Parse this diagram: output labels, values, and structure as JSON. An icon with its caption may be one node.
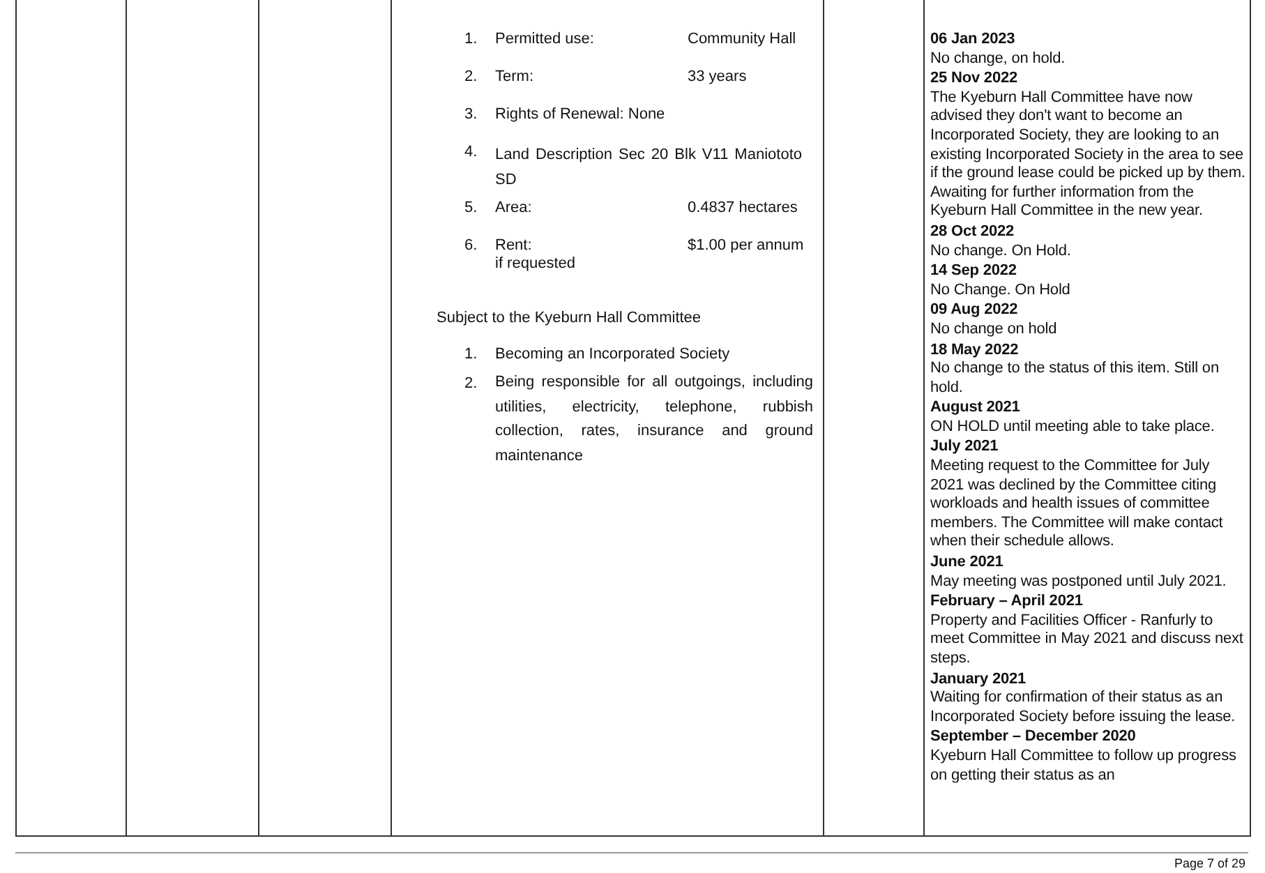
{
  "diagram": {
    "labels": [
      "1.",
      "Permitted use:",
      "Community Hall",
      "2.",
      "Term:",
      "33 years",
      "3.",
      "Rights of Renewal: None",
      "4.",
      "Land Description Sec 20 Blk V11 Maniototo SD",
      "5.",
      "Area:",
      "0.4837 hectares",
      "6.",
      "Rent:",
      "$1.00 per annum",
      "if requested",
      "Subject to the Kyeburn Hall Committee",
      "1.",
      "Becoming an Incorporated Society",
      "2.",
      "Being responsible for all outgoings, including utilities, electricity, telephone, rubbish collection, rates, insurance and ground maintenance",
      "06 Jan 2023",
      "No change, on hold.",
      "25 Nov 2022",
      "The Kyeburn Hall Committee have now advised they don't want to become an Incorporated Society, they are looking to an existing Incorporated Society in the area to see if the ground lease could be picked up by them.  Awaiting for further information from the Kyeburn Hall Committee in the new year.",
      "28 Oct 2022",
      "No change.  On Hold.",
      "14 Sep 2022",
      "No Change.  On Hold",
      "09 Aug 2022",
      "No change on hold",
      "18 May 2022",
      "No change to the status of this item. Still on hold.",
      "August 2021",
      "ON HOLD until meeting able to take place.",
      "July 2021",
      "Meeting request to the Committee for July 2021 was declined by the Committee citing workloads and health issues of committee members.  The Committee will make contact when their schedule allows.",
      "June 2021",
      "May meeting was postponed until July 2021.",
      "February – April 2021",
      "Property and Facilities Officer - Ranfurly to meet Committee in May 2021 and discuss next steps.",
      "January 2021",
      "Waiting for confirmation of their status as an Incorporated Society before issuing the lease.",
      "September – December 2020",
      "Kyeburn Hall Committee to follow up progress on getting their status as an",
      "Page 7 of 29"
    ]
  }
}
